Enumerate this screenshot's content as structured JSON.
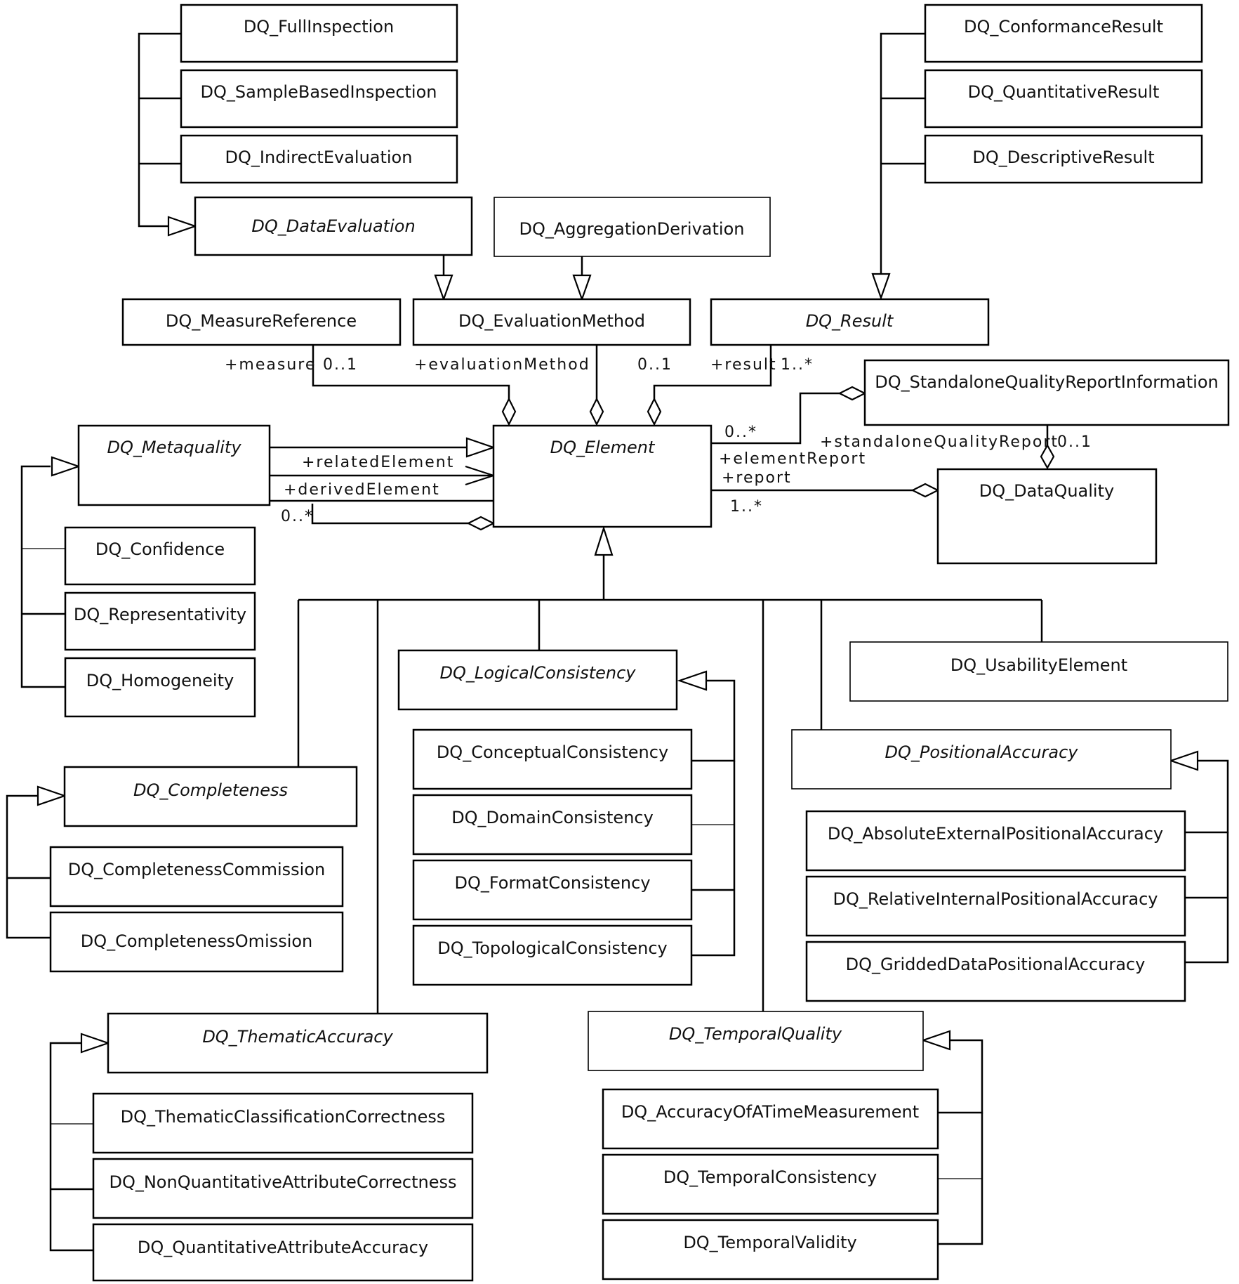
{
  "classes": {
    "full_inspection": "DQ_FullInspection",
    "sample_based_inspection": "DQ_SampleBasedInspection",
    "indirect_evaluation": "DQ_IndirectEvaluation",
    "data_evaluation": "DQ_DataEvaluation",
    "aggregation_derivation": "DQ_AggregationDerivation",
    "conformance_result": "DQ_ConformanceResult",
    "quantitative_result": "DQ_QuantitativeResult",
    "descriptive_result": "DQ_DescriptiveResult",
    "measure_reference": "DQ_MeasureReference",
    "evaluation_method": "DQ_EvaluationMethod",
    "result": "DQ_Result",
    "standalone_quality_report_information": "DQ_StandaloneQualityReportInformation",
    "metaquality": "DQ_Metaquality",
    "element": "DQ_Element",
    "data_quality": "DQ_DataQuality",
    "confidence": "DQ_Confidence",
    "representativity": "DQ_Representativity",
    "homogeneity": "DQ_Homogeneity",
    "logical_consistency": "DQ_LogicalConsistency",
    "usability_element": "DQ_UsabilityElement",
    "conceptual_consistency": "DQ_ConceptualConsistency",
    "domain_consistency": "DQ_DomainConsistency",
    "format_consistency": "DQ_FormatConsistency",
    "topological_consistency": "DQ_TopologicalConsistency",
    "positional_accuracy": "DQ_PositionalAccuracy",
    "completeness": "DQ_Completeness",
    "completeness_commission": "DQ_CompletenessCommission",
    "completeness_omission": "DQ_CompletenessOmission",
    "absolute_external_positional_accuracy": "DQ_AbsoluteExternalPositionalAccuracy",
    "relative_internal_positional_accuracy": "DQ_RelativeInternalPositionalAccuracy",
    "gridded_data_positional_accuracy": "DQ_GriddedDataPositionalAccuracy",
    "thematic_accuracy": "DQ_ThematicAccuracy",
    "temporal_quality": "DQ_TemporalQuality",
    "thematic_classification_correctness": "DQ_ThematicClassificationCorrectness",
    "non_quantitative_attribute_correctness": "DQ_NonQuantitativeAttributeCorrectness",
    "quantitative_attribute_accuracy": "DQ_QuantitativeAttributeAccuracy",
    "accuracy_of_a_time_measurement": "DQ_AccuracyOfATimeMeasurement",
    "temporal_consistency": "DQ_TemporalConsistency",
    "temporal_validity": "DQ_TemporalValidity"
  },
  "roles": {
    "measure": "+measure",
    "measure_mult": "0..1",
    "evaluation_method": "+evaluationMethod",
    "evaluation_method_mult": "0..1",
    "result": "+result",
    "result_mult": "1..*",
    "related_element": "+relatedElement",
    "derived_element": "+derivedElement",
    "derived_element_mult": "0..*",
    "element_report_mult": "0..*",
    "element_report": "+elementReport",
    "standalone_quality_report": "+standaloneQualityReport",
    "standalone_quality_report_mult": "0..1",
    "report": "+report",
    "report_mult": "1..*"
  }
}
